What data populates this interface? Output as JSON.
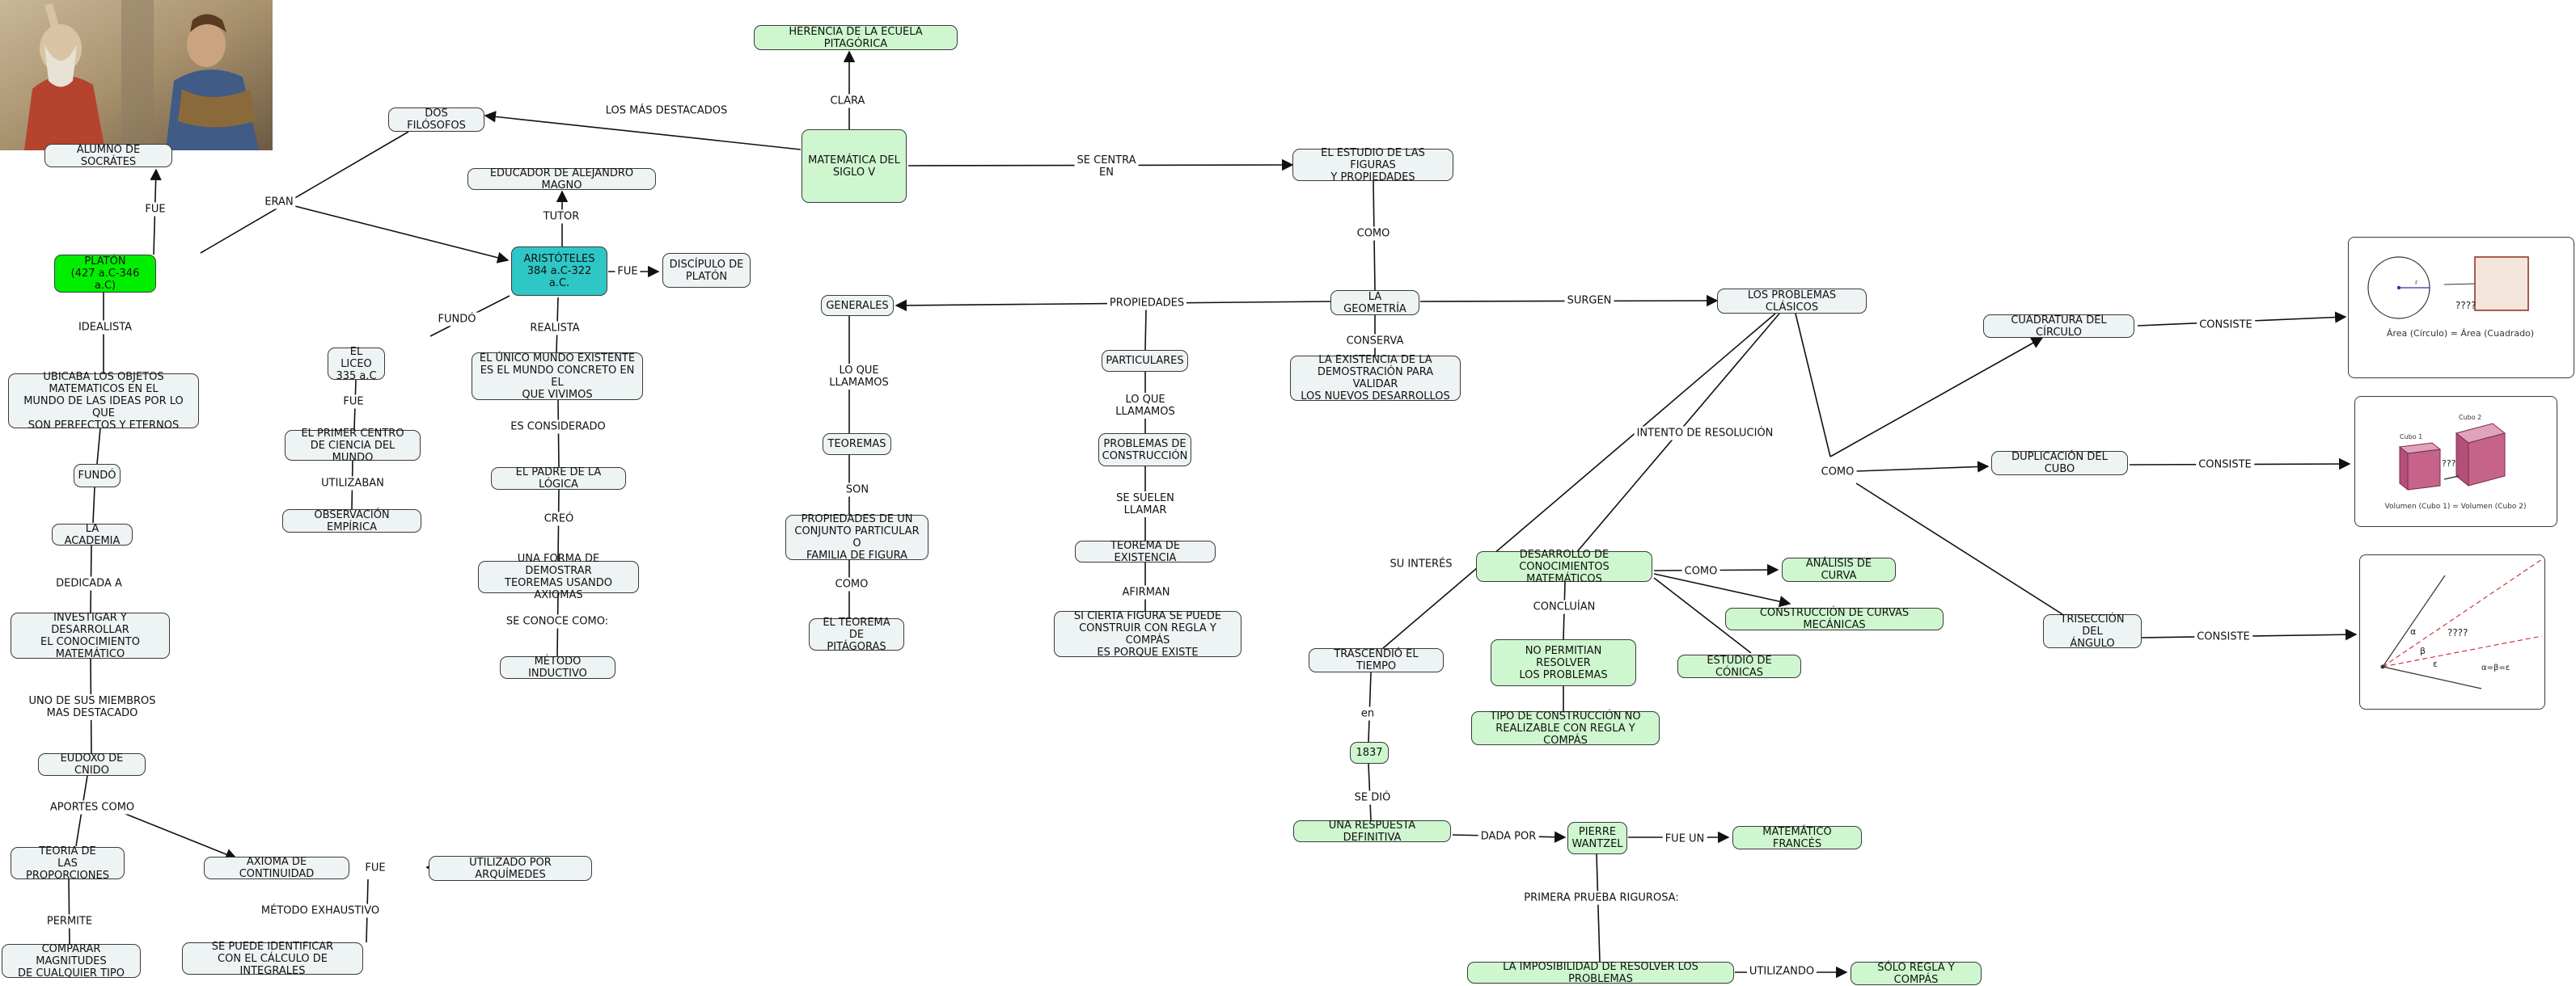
{
  "colors": {
    "default_fill": "#eef3f4",
    "light_green": "#cff7cf",
    "bright_green": "#00ee00",
    "teal": "#2fc6c6",
    "line": "#111111"
  },
  "image": {
    "name": "school-of-athens-painting"
  },
  "nodes": [
    {
      "id": "herencia",
      "text": "HERENCIA DE LA ECUELA PITAGÓRICA",
      "color": "light_green"
    },
    {
      "id": "matematica",
      "text": "MATEMÁTICA DEL\nSIGLO V",
      "color": "light_green"
    },
    {
      "id": "estudio",
      "text": "EL ESTUDIO DE LAS FIGURAS\nY PROPIEDADES",
      "color": "default_fill"
    },
    {
      "id": "geometria",
      "text": "LA GEOMETRÍA",
      "color": "default_fill"
    },
    {
      "id": "existencia",
      "text": "LA EXISTENCIA DE LA\nDEMOSTRACIÓN PARA VALIDAR\nLOS NUEVOS DESARROLLOS",
      "color": "default_fill"
    },
    {
      "id": "problemas",
      "text": "LOS PROBLEMAS CLÁSICOS",
      "color": "default_fill"
    },
    {
      "id": "generales",
      "text": "GENERALES",
      "color": "default_fill"
    },
    {
      "id": "particulares",
      "text": "PARTICULARES",
      "color": "default_fill"
    },
    {
      "id": "teoremas",
      "text": "TEOREMAS",
      "color": "default_fill"
    },
    {
      "id": "propiedades_conj",
      "text": "PROPIEDADES DE UN\nCONJUNTO PARTICULAR O\nFAMILIA DE FIGURA",
      "color": "default_fill"
    },
    {
      "id": "pitagoras",
      "text": "EL TEOREMA DE\nPITÁGORAS",
      "color": "default_fill"
    },
    {
      "id": "prob_constr",
      "text": "PROBLEMAS DE\nCONSTRUCCIÓN",
      "color": "default_fill"
    },
    {
      "id": "teor_exist",
      "text": "TEOREMA DE EXISTENCIA",
      "color": "default_fill"
    },
    {
      "id": "si_cierta",
      "text": "SI CIERTA FIGURA SE PUEDE\nCONSTRUIR CON REGLA Y COMPÁS\nES PORQUE EXISTE",
      "color": "default_fill"
    },
    {
      "id": "dos_filosofos",
      "text": "DOS FILÓSOFOS",
      "color": "default_fill"
    },
    {
      "id": "platon",
      "text": "PLATÓN\n(427 a.C-346 a.C)",
      "color": "bright_green"
    },
    {
      "id": "aristoteles",
      "text": "ARISTÓTELES\n384 a.C-322 a.C.",
      "color": "teal"
    },
    {
      "id": "alumno",
      "text": "ALUMNO DE SOCRÁTES",
      "color": "default_fill"
    },
    {
      "id": "educador",
      "text": "EDUCADOR DE ALEJANDRO MAGNO",
      "color": "default_fill"
    },
    {
      "id": "discipulo",
      "text": "DISCÍPULO DE\nPLATÓN",
      "color": "default_fill"
    },
    {
      "id": "ubicaba",
      "text": "UBICABA LOS OBJETOS\nMATEMATICOS  EN EL\nMUNDO DE LAS IDEAS POR LO QUE\nSON PERFECTOS Y ETERNOS",
      "color": "default_fill"
    },
    {
      "id": "fundo_node",
      "text": "FUNDÓ",
      "color": "default_fill"
    },
    {
      "id": "academia",
      "text": "LA ACADEMIA",
      "color": "default_fill"
    },
    {
      "id": "investigar",
      "text": "INVESTIGAR Y DESARROLLAR\nEL CONOCIMIENTO\nMATEMÁTICO",
      "color": "default_fill"
    },
    {
      "id": "eudoxo",
      "text": "EUDOXO DE CNIDO",
      "color": "default_fill"
    },
    {
      "id": "teoria_prop",
      "text": "TEORIA DE\nLAS PROPORCIONES",
      "color": "default_fill"
    },
    {
      "id": "axioma",
      "text": "AXIOMA DE CONTINUIDAD",
      "color": "default_fill"
    },
    {
      "id": "arquimedes",
      "text": "UTILIZADO POR ARQUÍMEDES",
      "color": "default_fill"
    },
    {
      "id": "comparar",
      "text": "COMPARAR MAGNITUDES\nDE CUALQUIER TIPO",
      "color": "default_fill"
    },
    {
      "id": "integrales",
      "text": "SE PUEDE IDENTIFICAR\nCON EL CÁLCULO DE INTEGRALES",
      "color": "default_fill"
    },
    {
      "id": "liceo",
      "text": "EL LICEO\n335 a.C",
      "color": "default_fill"
    },
    {
      "id": "primer_centro",
      "text": "EL PRIMER CENTRO\nDE CIENCIA DEL MUNDO",
      "color": "default_fill"
    },
    {
      "id": "observacion",
      "text": "OBSERVACIÓN EMPÍRICA",
      "color": "default_fill"
    },
    {
      "id": "unico_mundo",
      "text": "EL ÚNICO MUNDO EXISTENTE\nES EL MUNDO CONCRETO EN EL\nQUE VIVIMOS",
      "color": "default_fill"
    },
    {
      "id": "padre_logica",
      "text": "EL PADRE DE LA LÓGICA",
      "color": "default_fill"
    },
    {
      "id": "forma_demostrar",
      "text": "UNA FORMA DE DEMOSTRAR\nTEOREMAS USANDO AXIOMAS",
      "color": "default_fill"
    },
    {
      "id": "metodo_inductivo",
      "text": "MÉTODO INDUCTIVO",
      "color": "default_fill"
    },
    {
      "id": "cuadratura",
      "text": "CUADRATURA DEL CÍRCULO",
      "color": "default_fill"
    },
    {
      "id": "duplicacion",
      "text": "DUPLICACIÓN DEL CUBO",
      "color": "default_fill"
    },
    {
      "id": "triseccion",
      "text": "TRISECCIÓN DEL\nÁNGULO",
      "color": "default_fill"
    },
    {
      "id": "desarrollo",
      "text": "DESARROLLO DE\nCONOCIMIENTOS MATEMÁTICOS",
      "color": "light_green"
    },
    {
      "id": "analisis",
      "text": "ANÁLISIS DE CURVA",
      "color": "light_green"
    },
    {
      "id": "construccion_curvas",
      "text": "CONSTRUCCIÓN DE CURVAS MECÁNICAS",
      "color": "light_green"
    },
    {
      "id": "conicas",
      "text": "ESTUDIO DE CÓNICAS",
      "color": "light_green"
    },
    {
      "id": "no_permitian",
      "text": "NO PERMITIAN RESOLVER\nLOS PROBLEMAS",
      "color": "light_green"
    },
    {
      "id": "tipo_construccion",
      "text": "TIPO DE CONSTRUCCIÓN NO\nREALIZABLE CON REGLA Y COMPÁS",
      "color": "light_green"
    },
    {
      "id": "trascendio",
      "text": "TRASCENDIÓ EL TIEMPO",
      "color": "default_fill"
    },
    {
      "id": "y1837",
      "text": "1837",
      "color": "light_green"
    },
    {
      "id": "respuesta",
      "text": "UNA RESPUESTA DEFINITIVA",
      "color": "light_green"
    },
    {
      "id": "wantzel",
      "text": "PIERRE\nWANTZEL",
      "color": "light_green"
    },
    {
      "id": "frances",
      "text": "MATEMÁTICO FRANCÉS",
      "color": "light_green"
    },
    {
      "id": "imposibilidad",
      "text": "LA IMPOSIBILIDAD DE RESOLVER LOS PROBLEMAS",
      "color": "light_green"
    },
    {
      "id": "solo_regla",
      "text": "SÓLO REGLA Y COMPÁS",
      "color": "light_green"
    }
  ],
  "link_labels": [
    {
      "id": "l_clara",
      "text": "CLARA"
    },
    {
      "id": "l_destacados",
      "text": "LOS MÁS DESTACADOS"
    },
    {
      "id": "l_centra",
      "text": "SE CENTRA\nEN"
    },
    {
      "id": "l_como1",
      "text": "COMO"
    },
    {
      "id": "l_propiedades",
      "text": "PROPIEDADES"
    },
    {
      "id": "l_surgen",
      "text": "SURGEN"
    },
    {
      "id": "l_conserva",
      "text": "CONSERVA"
    },
    {
      "id": "l_loque1",
      "text": "LO QUE\nLLAMAMOS"
    },
    {
      "id": "l_son",
      "text": "SON"
    },
    {
      "id": "l_como2",
      "text": "COMO"
    },
    {
      "id": "l_loque2",
      "text": "LO QUE\nLLAMAMOS"
    },
    {
      "id": "l_suelen",
      "text": "SE SUELEN\nLLAMAR"
    },
    {
      "id": "l_afirman",
      "text": "AFIRMAN"
    },
    {
      "id": "l_eran",
      "text": "ERAN"
    },
    {
      "id": "l_fue1",
      "text": "FUE"
    },
    {
      "id": "l_idealista",
      "text": "IDEALISTA"
    },
    {
      "id": "l_dedicada",
      "text": "DEDICADA A"
    },
    {
      "id": "l_unode",
      "text": "UNO DE SUS MIEMBROS\nMAS DESTACADO"
    },
    {
      "id": "l_aportes",
      "text": "APORTES COMO"
    },
    {
      "id": "l_permite",
      "text": "PERMITE"
    },
    {
      "id": "l_fue2",
      "text": "FUE"
    },
    {
      "id": "l_exhaustivo",
      "text": "MÉTODO EXHAUSTIVO"
    },
    {
      "id": "l_tutor",
      "text": "TUTOR"
    },
    {
      "id": "l_fue3",
      "text": "FUE"
    },
    {
      "id": "l_fundo2",
      "text": "FUNDÓ"
    },
    {
      "id": "l_realista",
      "text": "REALISTA"
    },
    {
      "id": "l_fue4",
      "text": "FUE"
    },
    {
      "id": "l_utilizaban",
      "text": "UTILIZABAN"
    },
    {
      "id": "l_considerado",
      "text": "ES CONSIDERADO"
    },
    {
      "id": "l_creo",
      "text": "CREÓ"
    },
    {
      "id": "l_conoce",
      "text": "SE CONOCE COMO:"
    },
    {
      "id": "l_intento",
      "text": "INTENTO DE RESOLUCIÓN"
    },
    {
      "id": "l_como3",
      "text": "COMO"
    },
    {
      "id": "l_consiste1",
      "text": "CONSISTE"
    },
    {
      "id": "l_consiste2",
      "text": "CONSISTE"
    },
    {
      "id": "l_consiste3",
      "text": "CONSISTE"
    },
    {
      "id": "l_interes",
      "text": "SU INTERÉS"
    },
    {
      "id": "l_como4",
      "text": "COMO"
    },
    {
      "id": "l_concluian",
      "text": "CONCLUÍAN"
    },
    {
      "id": "l_en",
      "text": "en"
    },
    {
      "id": "l_sedio",
      "text": "SE DIÓ"
    },
    {
      "id": "l_dadapor",
      "text": "DADA POR"
    },
    {
      "id": "l_fueun",
      "text": "FUE UN"
    },
    {
      "id": "l_primera",
      "text": "PRIMERA PRUEBA RIGUROSA:"
    },
    {
      "id": "l_utilizando",
      "text": "UTILIZANDO"
    }
  ],
  "figures": {
    "circle_square": {
      "caption": "Área (Círculo) = Área (Cuadrado)",
      "mark": "????",
      "radius_label": "r"
    },
    "cubes": {
      "cube1": "Cubo 1",
      "cube2": "Cubo 2",
      "mark": "???",
      "caption": "Volumen (Cubo 1) = Volumen (Cubo 2)"
    },
    "angle": {
      "alpha": "α",
      "beta": "β",
      "epsilon": "ε",
      "mark": "????",
      "formula": "α=β=ε"
    }
  }
}
